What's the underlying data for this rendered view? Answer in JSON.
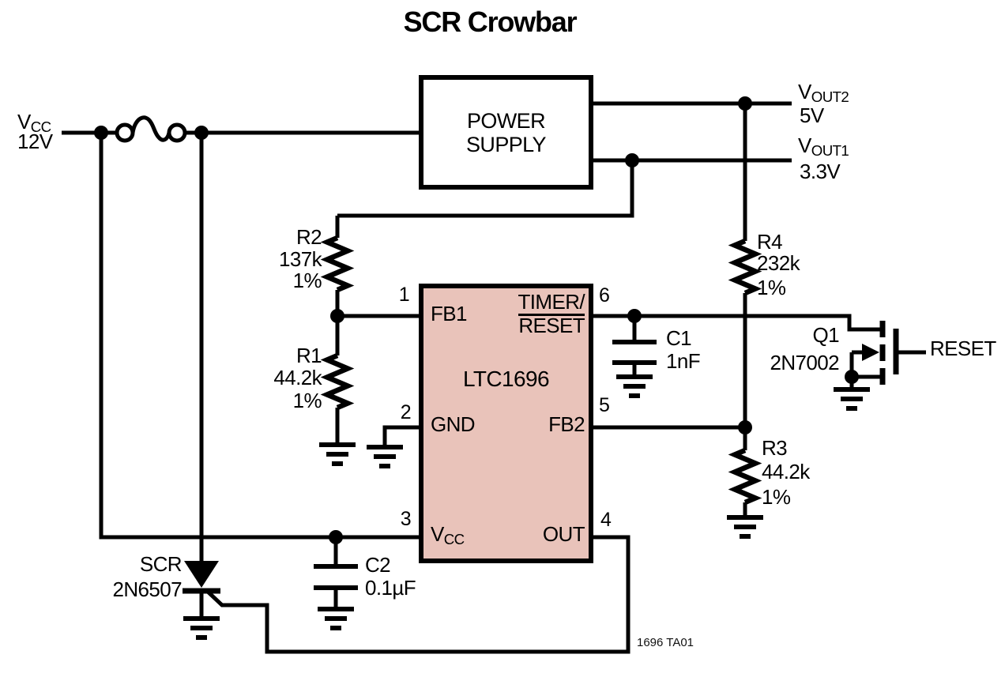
{
  "title": "SCR Crowbar",
  "figure_id": "1696 TA01",
  "power_supply": {
    "line1": "POWER",
    "line2": "SUPPLY"
  },
  "ic": {
    "name": "LTC1696",
    "pins": {
      "fb1": {
        "num": "1",
        "label": "FB1"
      },
      "gnd": {
        "num": "2",
        "label": "GND"
      },
      "vcc": {
        "num": "3",
        "label_main": "V",
        "label_sub": "CC"
      },
      "out": {
        "num": "4",
        "label": "OUT"
      },
      "fb2": {
        "num": "5",
        "label": "FB2"
      },
      "timer_reset": {
        "num": "6",
        "label_line1": "TIMER/",
        "label_line2": "RESET"
      }
    }
  },
  "io": {
    "vin": {
      "name_main": "V",
      "name_sub": "CC",
      "value": "12V"
    },
    "vout2": {
      "name_main": "V",
      "name_sub": "OUT2",
      "value": "5V"
    },
    "vout1": {
      "name_main": "V",
      "name_sub": "OUT1",
      "value": "3.3V"
    },
    "reset_signal": "RESET"
  },
  "components": {
    "r1": {
      "ref": "R1",
      "value": "44.2k",
      "tolerance": "1%"
    },
    "r2": {
      "ref": "R2",
      "value": "137k",
      "tolerance": "1%"
    },
    "r3": {
      "ref": "R3",
      "value": "44.2k",
      "tolerance": "1%"
    },
    "r4": {
      "ref": "R4",
      "value": "232k",
      "tolerance": "1%"
    },
    "c1": {
      "ref": "C1",
      "value": "1nF"
    },
    "c2": {
      "ref": "C2",
      "value": "0.1µF"
    },
    "q1": {
      "ref": "Q1",
      "part": "2N7002"
    },
    "scr": {
      "ref": "SCR",
      "part": "2N6507"
    }
  },
  "colors": {
    "ink": "#000000",
    "ic_fill": "#e9c3ba",
    "background": "#ffffff"
  }
}
